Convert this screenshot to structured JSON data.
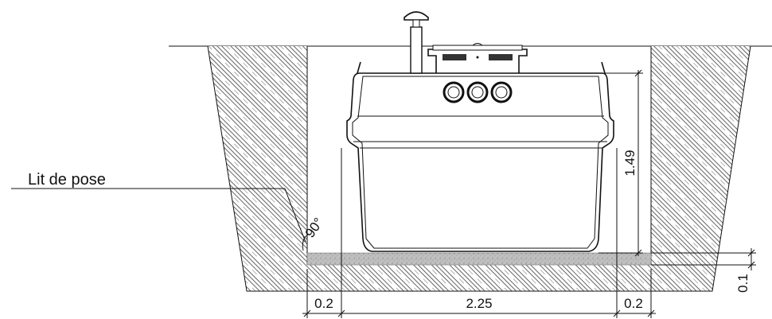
{
  "label": "Lit de pose",
  "angle": "90°",
  "dimensions": {
    "left_gap": "0.2",
    "tank_width": "2.25",
    "right_gap": "0.2",
    "height": "1.49",
    "bed": "0.1"
  }
}
